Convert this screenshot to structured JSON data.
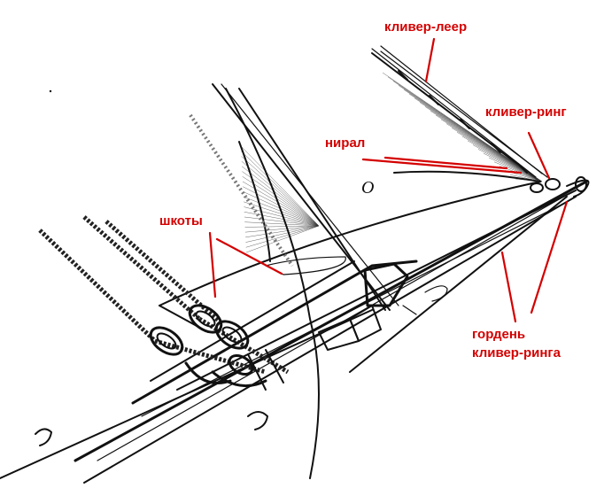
{
  "colors": {
    "label": "#d40000",
    "ink": "#111111",
    "background": "#ffffff"
  },
  "labels": {
    "kliver_leer": "кливер-леер",
    "kliver_ring": "кливер-ринг",
    "niral": "нирал",
    "o_mark": "O",
    "shkoty": "шкоты",
    "gorden_line1": "гордень",
    "gorden_line2": "кливер-ринга"
  }
}
